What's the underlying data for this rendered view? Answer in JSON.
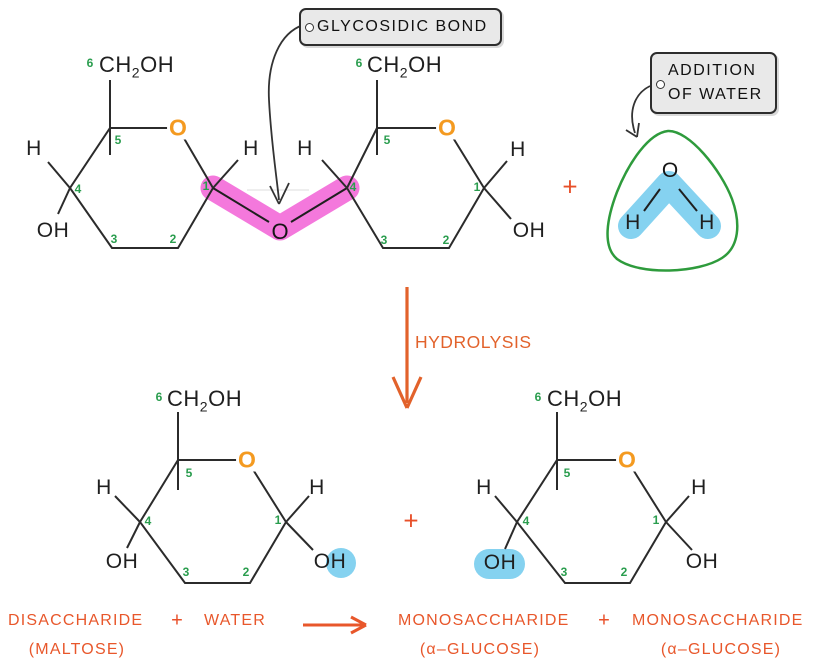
{
  "tags": {
    "glycosidic_bond": "GLYCOSIDIC BOND",
    "addition_line1": "ADDITION",
    "addition_line2": "OF WATER"
  },
  "process_label": "HYDROLYSIS",
  "atoms": {
    "ch": "CH",
    "sub2": "2",
    "oh_tail": "OH",
    "h": "H",
    "oh": "OH",
    "ring_o": "O",
    "glycosidic_o": "O"
  },
  "ring_numbers": {
    "n1": "1",
    "n2": "2",
    "n3": "3",
    "n4": "4",
    "n5": "5",
    "n6": "6"
  },
  "water": {
    "o": "O",
    "h_left": "H",
    "h_right": "H"
  },
  "operators": {
    "plus_top": "+",
    "plus_bottom": "+"
  },
  "equation": {
    "reactant1": "DISACCHARIDE",
    "reactant1_name": "(MALTOSE)",
    "plus1": "+",
    "reactant2": "WATER",
    "product1": "MONOSACCHARIDE",
    "product1_name": "(α–GLUCOSE)",
    "plus2": "+",
    "product2": "MONOSACCHARIDE",
    "product2_name": "(α–GLUCOSE)"
  },
  "colors": {
    "highlight_pink": "#F478DC",
    "highlight_blue": "#85D2F0",
    "ring_oxygen_orange": "#F49A20",
    "number_green": "#2A9D4E",
    "water_outline_green": "#2E9B3C",
    "process_orange": "#E2622B",
    "equation_orange": "#E8572B",
    "bond_black": "#2B2B2B"
  }
}
